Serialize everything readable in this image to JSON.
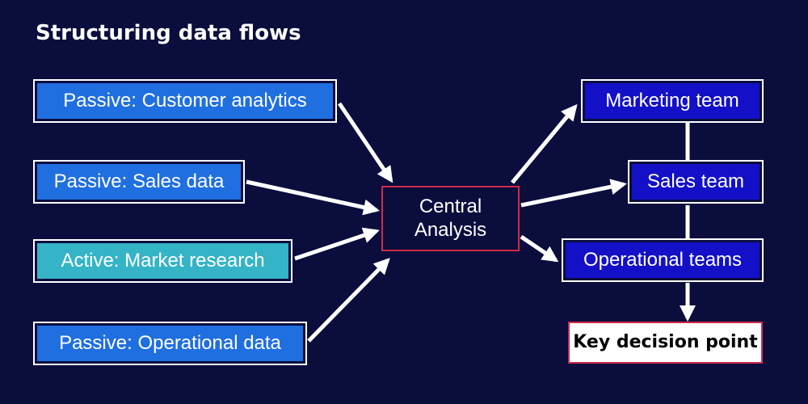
{
  "title": "Structuring data flows",
  "sources": [
    {
      "label": "Passive: Customer analytics",
      "color": "#1f6fe0"
    },
    {
      "label": "Passive: Sales data",
      "color": "#1f6fe0"
    },
    {
      "label": "Active: Market research",
      "color": "#34b4c6"
    },
    {
      "label": "Passive: Operational data",
      "color": "#1f6fe0"
    }
  ],
  "center": {
    "line1": "Central",
    "line2": "Analysis"
  },
  "teams": [
    {
      "label": "Marketing team"
    },
    {
      "label": "Sales team"
    },
    {
      "label": "Operational teams"
    }
  ],
  "decision": {
    "label": "Key decision point"
  },
  "colors": {
    "background": "#0b0d3d",
    "passive_source": "#1f6fe0",
    "active_source": "#34b4c6",
    "team": "#1310c8",
    "center_border": "#d02a4a",
    "arrow": "#ffffff"
  }
}
